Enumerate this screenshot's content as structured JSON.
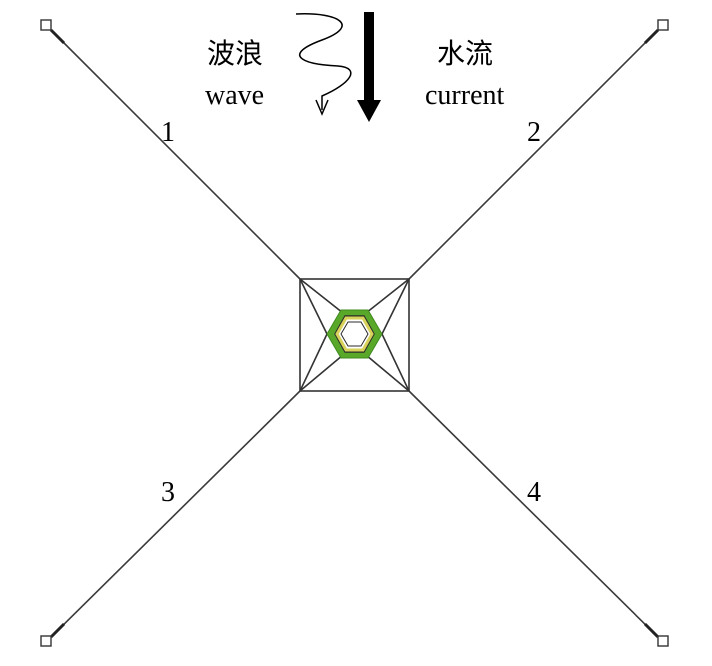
{
  "labels": {
    "wave_zh": "波浪",
    "wave_en": "wave",
    "current_zh": "水流",
    "current_en": "current"
  },
  "mooring_lines": [
    {
      "number": "1"
    },
    {
      "number": "2"
    },
    {
      "number": "3"
    },
    {
      "number": "4"
    }
  ],
  "colors": {
    "line": "#3a3a3a",
    "frame": "#333333",
    "cage_green": "#5aa82a",
    "cage_inner": "#d8d25a",
    "arrow": "#000000"
  },
  "icons": {
    "wave": "wavy-arrow-icon",
    "current": "thick-down-arrow-icon",
    "anchor": "anchor-square-icon",
    "cage": "hexagon-cage-icon"
  }
}
